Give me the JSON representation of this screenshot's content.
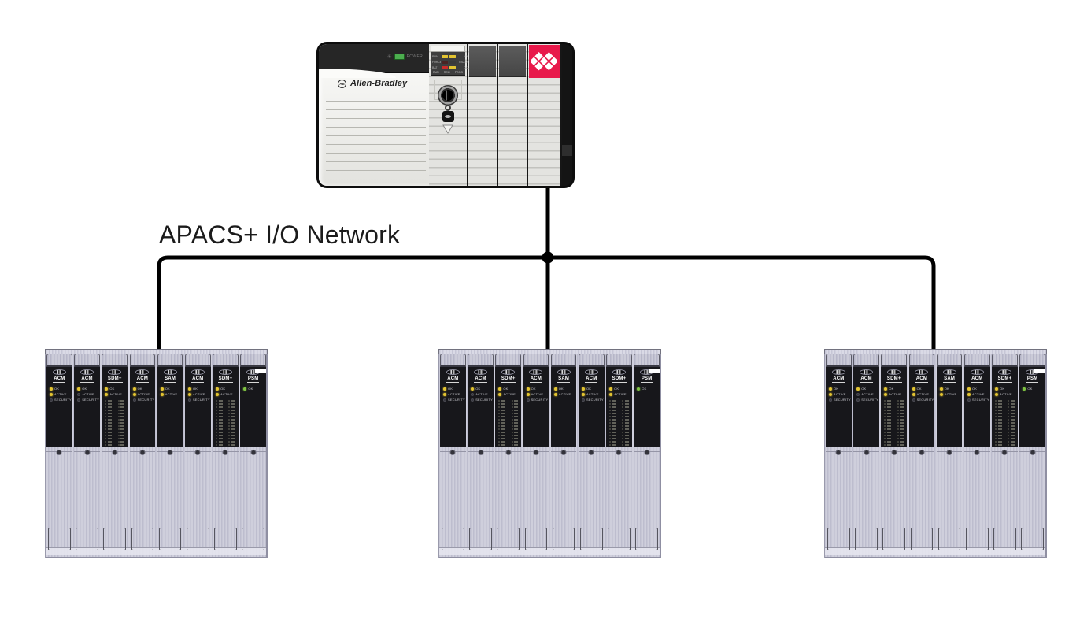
{
  "colors": {
    "accent_red": "#e8194b",
    "led_yellow": "#e3c431",
    "led_green": "#7fc241",
    "line": "#000000",
    "rack_base": "#cbcbda"
  },
  "network": {
    "label": "APACS+ I/O Network"
  },
  "chassis": {
    "power_supply": {
      "brand": "Allen-Bradley",
      "power_led_label": "POWER"
    },
    "controller": {
      "led_rows": [
        {
          "left": "RUN",
          "right": "I/O",
          "left_color": "#e3c431",
          "right_color": "#e3c431"
        },
        {
          "left": "FORCE",
          "right": "RS232",
          "left_color": "#4a2424",
          "right_color": "#3a3a3a"
        },
        {
          "left": "BAT",
          "right": "OK",
          "left_color": "#cc2b2b",
          "right_color": "#e3c431"
        }
      ],
      "keyswitch_labels": [
        "RUN",
        "REM",
        "PROG"
      ]
    },
    "bridge_module": {
      "logo": "prosoft-diamond"
    }
  },
  "rack_modules": [
    {
      "name": "ACM",
      "leds": [
        {
          "label": "OK",
          "on": true,
          "color": "yellow"
        },
        {
          "label": "ACTIVE",
          "on": true,
          "color": "yellow"
        },
        {
          "label": "SECURITY",
          "on": false,
          "color": "yellow"
        }
      ]
    },
    {
      "name": "ACM",
      "leds": [
        {
          "label": "OK",
          "on": true,
          "color": "yellow"
        },
        {
          "label": "ACTIVE",
          "on": false,
          "color": "yellow"
        },
        {
          "label": "SECURITY",
          "on": false,
          "color": "yellow"
        }
      ]
    },
    {
      "name": "SDM+",
      "leds": [
        {
          "label": "OK",
          "on": true,
          "color": "yellow"
        },
        {
          "label": "ACTIVE",
          "on": true,
          "color": "yellow"
        }
      ],
      "led_matrix": {
        "rows": 15,
        "cols": 2
      }
    },
    {
      "name": "ACM",
      "leds": [
        {
          "label": "OK",
          "on": true,
          "color": "yellow"
        },
        {
          "label": "ACTIVE",
          "on": true,
          "color": "yellow"
        },
        {
          "label": "SECURITY",
          "on": false,
          "color": "yellow"
        }
      ]
    },
    {
      "name": "SAM",
      "leds": [
        {
          "label": "OK",
          "on": true,
          "color": "yellow"
        },
        {
          "label": "ACTIVE",
          "on": true,
          "color": "yellow"
        }
      ]
    },
    {
      "name": "ACM",
      "leds": [
        {
          "label": "OK",
          "on": true,
          "color": "yellow"
        },
        {
          "label": "ACTIVE",
          "on": true,
          "color": "yellow"
        },
        {
          "label": "SECURITY",
          "on": false,
          "color": "yellow"
        }
      ]
    },
    {
      "name": "SDM+",
      "leds": [
        {
          "label": "OK",
          "on": true,
          "color": "yellow"
        },
        {
          "label": "ACTIVE",
          "on": true,
          "color": "yellow"
        }
      ],
      "led_matrix": {
        "rows": 15,
        "cols": 2
      }
    },
    {
      "name": "PSM",
      "leds": [
        {
          "label": "OK",
          "on": true,
          "color": "green"
        }
      ],
      "white_tab": true
    }
  ],
  "racks": [
    {
      "name": "io-rack-1"
    },
    {
      "name": "io-rack-2"
    },
    {
      "name": "io-rack-3"
    }
  ]
}
